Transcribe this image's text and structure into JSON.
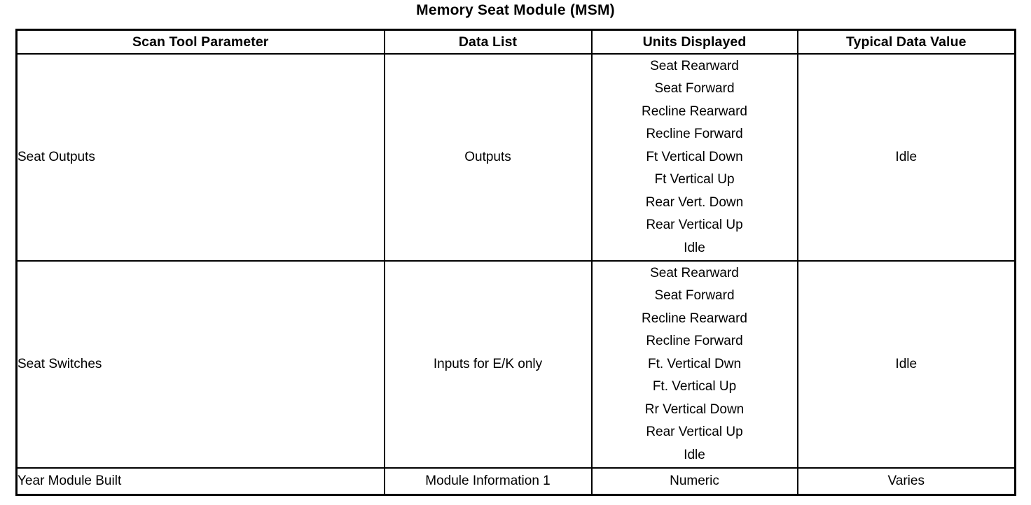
{
  "document": {
    "title": "Memory Seat Module (MSM)"
  },
  "table": {
    "headers": [
      "Scan Tool Parameter",
      "Data List",
      "Units Displayed",
      "Typical Data Value"
    ],
    "rows": [
      {
        "parameter": "Seat Outputs",
        "data_list": "Outputs",
        "units": [
          "Seat Rearward",
          "Seat Forward",
          "Recline Rearward",
          "Recline Forward",
          "Ft Vertical Down",
          "Ft Vertical Up",
          "Rear Vert. Down",
          "Rear Vertical Up",
          "Idle"
        ],
        "typical_value": "Idle"
      },
      {
        "parameter": "Seat Switches",
        "data_list": "Inputs for E/K only",
        "units": [
          "Seat Rearward",
          "Seat Forward",
          "Recline Rearward",
          "Recline Forward",
          "Ft. Vertical Dwn",
          "Ft. Vertical Up",
          "Rr Vertical Down",
          "Rear Vertical Up",
          "Idle"
        ],
        "typical_value": "Idle"
      },
      {
        "parameter": "Year Module Built",
        "data_list": "Module Information 1",
        "units": [
          "Numeric"
        ],
        "typical_value": "Varies"
      }
    ]
  }
}
